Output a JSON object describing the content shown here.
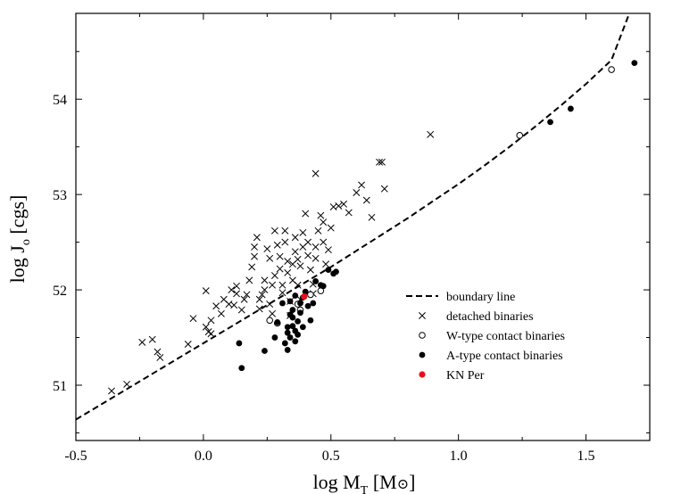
{
  "chart_data": {
    "type": "scatter",
    "xlabel": "log M",
    "xlabel_sub": "T",
    "xlabel_unit": " [M",
    "xlabel_unit_symbol": "⊙",
    "xlabel_unit_close": "]",
    "ylabel": "log J",
    "ylabel_sub": "o",
    "ylabel_unit": " [cgs]",
    "xlim": [
      -0.5,
      1.75
    ],
    "ylim": [
      50.42,
      54.9
    ],
    "xticks": [
      -0.5,
      0.0,
      0.5,
      1.0,
      1.5
    ],
    "xtick_labels": [
      "-0.5",
      "0.0",
      "0.5",
      "1.0",
      "1.5"
    ],
    "yticks": [
      51,
      52,
      53,
      54
    ],
    "ytick_labels": [
      "51",
      "52",
      "53",
      "54"
    ],
    "grid": false,
    "legend_position": "lower-right",
    "legend": [
      {
        "label": "boundary line",
        "marker": "dashed-line"
      },
      {
        "label": "detached binaries",
        "marker": "cross"
      },
      {
        "label": "W-type contact binaries",
        "marker": "open-circle"
      },
      {
        "label": "A-type contact binaries",
        "marker": "filled-circle"
      },
      {
        "label": "KN Per",
        "marker": "red-circle"
      }
    ],
    "colors": {
      "axis": "#000000",
      "marker": "#000000",
      "highlight": "#e8101a"
    },
    "series": [
      {
        "name": "boundary line",
        "kind": "line",
        "x": [
          -0.5,
          -0.4,
          -0.3,
          -0.2,
          -0.1,
          0.0,
          0.1,
          0.2,
          0.3,
          0.4,
          0.5,
          0.6,
          0.7,
          0.8,
          0.9,
          1.0,
          1.1,
          1.2,
          1.3,
          1.4,
          1.5,
          1.6,
          1.67
        ],
        "y": [
          50.64,
          50.8,
          50.96,
          51.12,
          51.28,
          51.44,
          51.6,
          51.76,
          51.92,
          52.08,
          52.24,
          52.41,
          52.58,
          52.75,
          52.93,
          53.11,
          53.3,
          53.5,
          53.71,
          53.93,
          54.16,
          54.41,
          54.9
        ]
      },
      {
        "name": "detached binaries",
        "kind": "cross",
        "points": [
          [
            -0.36,
            50.94
          ],
          [
            -0.3,
            51.01
          ],
          [
            -0.24,
            51.45
          ],
          [
            -0.2,
            51.48
          ],
          [
            -0.18,
            51.35
          ],
          [
            -0.17,
            51.29
          ],
          [
            -0.06,
            51.43
          ],
          [
            -0.04,
            51.7
          ],
          [
            0.01,
            51.61
          ],
          [
            0.02,
            51.56
          ],
          [
            0.03,
            51.54
          ],
          [
            0.01,
            51.99
          ],
          [
            0.03,
            51.68
          ],
          [
            0.05,
            51.83
          ],
          [
            0.07,
            51.75
          ],
          [
            0.08,
            51.9
          ],
          [
            0.1,
            51.85
          ],
          [
            0.12,
            51.84
          ],
          [
            0.11,
            52.0
          ],
          [
            0.13,
            51.96
          ],
          [
            0.13,
            52.04
          ],
          [
            0.15,
            51.79
          ],
          [
            0.16,
            51.9
          ],
          [
            0.17,
            51.95
          ],
          [
            0.18,
            52.1
          ],
          [
            0.19,
            52.24
          ],
          [
            0.2,
            52.35
          ],
          [
            0.2,
            52.45
          ],
          [
            0.21,
            52.55
          ],
          [
            0.22,
            51.9
          ],
          [
            0.22,
            51.8
          ],
          [
            0.23,
            51.95
          ],
          [
            0.24,
            52.0
          ],
          [
            0.24,
            52.1
          ],
          [
            0.25,
            52.43
          ],
          [
            0.26,
            52.33
          ],
          [
            0.26,
            51.85
          ],
          [
            0.27,
            51.75
          ],
          [
            0.27,
            52.05
          ],
          [
            0.28,
            52.15
          ],
          [
            0.28,
            52.62
          ],
          [
            0.29,
            52.47
          ],
          [
            0.3,
            52.35
          ],
          [
            0.3,
            52.22
          ],
          [
            0.31,
            52.05
          ],
          [
            0.31,
            51.97
          ],
          [
            0.32,
            52.62
          ],
          [
            0.32,
            52.5
          ],
          [
            0.33,
            52.3
          ],
          [
            0.33,
            52.18
          ],
          [
            0.34,
            51.88
          ],
          [
            0.34,
            51.73
          ],
          [
            0.35,
            52.1
          ],
          [
            0.35,
            52.27
          ],
          [
            0.36,
            52.4
          ],
          [
            0.36,
            52.55
          ],
          [
            0.37,
            52.32
          ],
          [
            0.37,
            52.05
          ],
          [
            0.38,
            52.25
          ],
          [
            0.38,
            51.9
          ],
          [
            0.39,
            52.45
          ],
          [
            0.39,
            52.6
          ],
          [
            0.4,
            52.8
          ],
          [
            0.41,
            52.5
          ],
          [
            0.41,
            52.36
          ],
          [
            0.42,
            52.21
          ],
          [
            0.43,
            52.06
          ],
          [
            0.43,
            51.96
          ],
          [
            0.44,
            52.45
          ],
          [
            0.44,
            52.33
          ],
          [
            0.45,
            52.62
          ],
          [
            0.46,
            52.78
          ],
          [
            0.47,
            52.71
          ],
          [
            0.47,
            52.5
          ],
          [
            0.48,
            52.27
          ],
          [
            0.49,
            52.42
          ],
          [
            0.5,
            52.65
          ],
          [
            0.51,
            52.87
          ],
          [
            0.53,
            52.88
          ],
          [
            0.55,
            52.9
          ],
          [
            0.57,
            52.81
          ],
          [
            0.6,
            53.02
          ],
          [
            0.62,
            53.1
          ],
          [
            0.64,
            52.94
          ],
          [
            0.66,
            52.76
          ],
          [
            0.69,
            53.34
          ],
          [
            0.7,
            53.34
          ],
          [
            0.71,
            53.06
          ],
          [
            0.44,
            53.22
          ],
          [
            0.89,
            53.63
          ]
        ]
      },
      {
        "name": "W-type contact binaries",
        "kind": "open-circle",
        "points": [
          [
            0.26,
            51.68
          ],
          [
            0.29,
            51.65
          ],
          [
            0.37,
            51.85
          ],
          [
            0.38,
            51.79
          ],
          [
            0.42,
            51.95
          ],
          [
            0.46,
            51.99
          ],
          [
            1.24,
            53.62
          ],
          [
            1.6,
            54.31
          ]
        ]
      },
      {
        "name": "A-type contact binaries",
        "kind": "filled-circle",
        "points": [
          [
            0.14,
            51.44
          ],
          [
            0.15,
            51.18
          ],
          [
            0.24,
            51.36
          ],
          [
            0.28,
            51.5
          ],
          [
            0.29,
            51.66
          ],
          [
            0.31,
            51.86
          ],
          [
            0.32,
            51.44
          ],
          [
            0.33,
            51.61
          ],
          [
            0.33,
            51.37
          ],
          [
            0.33,
            51.55
          ],
          [
            0.34,
            51.74
          ],
          [
            0.34,
            51.5
          ],
          [
            0.34,
            51.88
          ],
          [
            0.35,
            51.62
          ],
          [
            0.35,
            51.71
          ],
          [
            0.35,
            51.79
          ],
          [
            0.36,
            51.57
          ],
          [
            0.36,
            51.46
          ],
          [
            0.36,
            51.94
          ],
          [
            0.37,
            51.53
          ],
          [
            0.37,
            51.67
          ],
          [
            0.38,
            51.76
          ],
          [
            0.38,
            51.86
          ],
          [
            0.39,
            51.92
          ],
          [
            0.39,
            51.61
          ],
          [
            0.4,
            51.98
          ],
          [
            0.41,
            51.83
          ],
          [
            0.42,
            51.68
          ],
          [
            0.43,
            51.86
          ],
          [
            0.44,
            52.09
          ],
          [
            0.46,
            52.05
          ],
          [
            0.47,
            52.04
          ],
          [
            0.49,
            52.21
          ],
          [
            0.51,
            52.17
          ],
          [
            0.52,
            52.19
          ],
          [
            1.36,
            53.76
          ],
          [
            1.44,
            53.9
          ],
          [
            1.69,
            54.38
          ]
        ]
      },
      {
        "name": "KN Per",
        "kind": "red-circle",
        "points": [
          [
            0.395,
            51.93
          ]
        ]
      }
    ]
  }
}
